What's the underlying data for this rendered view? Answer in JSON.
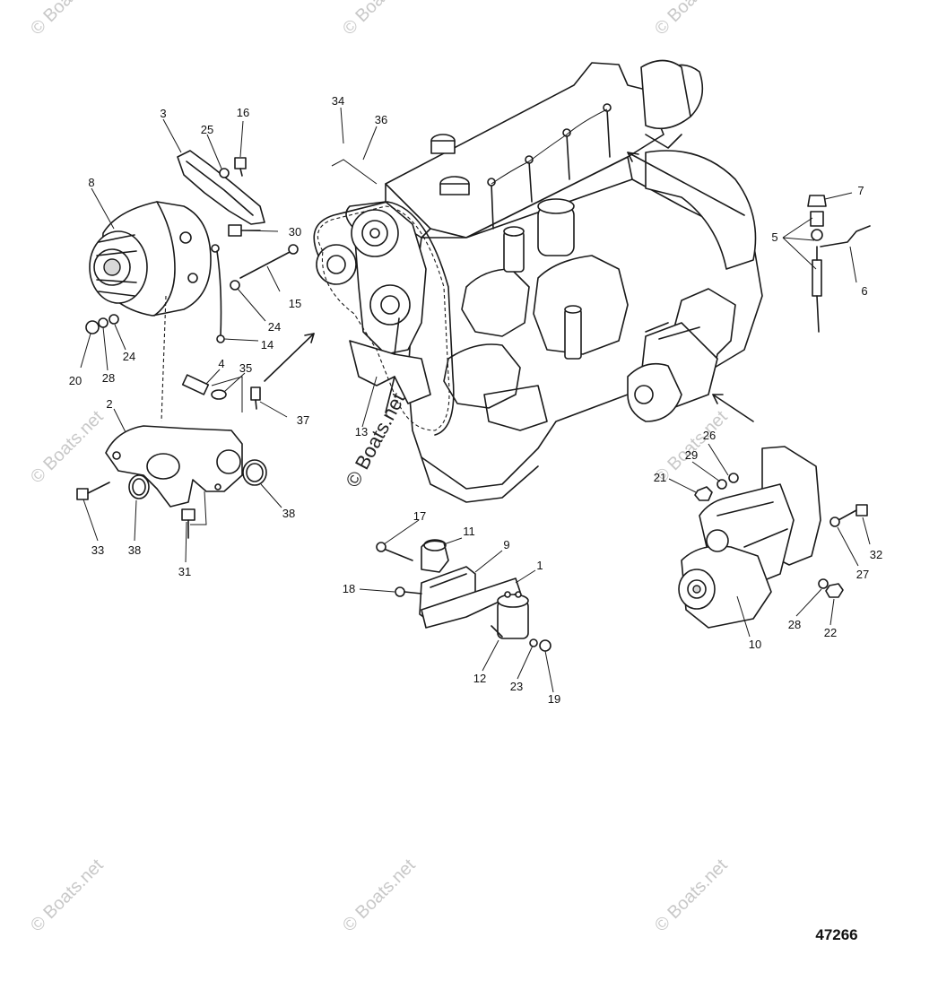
{
  "watermark": "© Boats.net",
  "figure_number": "47266",
  "callouts": [
    {
      "id": "c1",
      "text": "1"
    },
    {
      "id": "c2",
      "text": "2"
    },
    {
      "id": "c3",
      "text": "3"
    },
    {
      "id": "c4",
      "text": "4"
    },
    {
      "id": "c5",
      "text": "5"
    },
    {
      "id": "c6",
      "text": "6"
    },
    {
      "id": "c7",
      "text": "7"
    },
    {
      "id": "c8",
      "text": "8"
    },
    {
      "id": "c9",
      "text": "9"
    },
    {
      "id": "c10",
      "text": "10"
    },
    {
      "id": "c11",
      "text": "11"
    },
    {
      "id": "c12",
      "text": "12"
    },
    {
      "id": "c13",
      "text": "13"
    },
    {
      "id": "c14",
      "text": "14"
    },
    {
      "id": "c15",
      "text": "15"
    },
    {
      "id": "c16",
      "text": "16"
    },
    {
      "id": "c17",
      "text": "17"
    },
    {
      "id": "c18",
      "text": "18"
    },
    {
      "id": "c19",
      "text": "19"
    },
    {
      "id": "c20",
      "text": "20"
    },
    {
      "id": "c21",
      "text": "21"
    },
    {
      "id": "c22",
      "text": "22"
    },
    {
      "id": "c23",
      "text": "23"
    },
    {
      "id": "c24a",
      "text": "24"
    },
    {
      "id": "c24b",
      "text": "24"
    },
    {
      "id": "c25",
      "text": "25"
    },
    {
      "id": "c26",
      "text": "26"
    },
    {
      "id": "c27",
      "text": "27"
    },
    {
      "id": "c28a",
      "text": "28"
    },
    {
      "id": "c28b",
      "text": "28"
    },
    {
      "id": "c29",
      "text": "29"
    },
    {
      "id": "c30",
      "text": "30"
    },
    {
      "id": "c31",
      "text": "31"
    },
    {
      "id": "c32",
      "text": "32"
    },
    {
      "id": "c33",
      "text": "33"
    },
    {
      "id": "c34",
      "text": "34"
    },
    {
      "id": "c35",
      "text": "35"
    },
    {
      "id": "c36",
      "text": "36"
    },
    {
      "id": "c37",
      "text": "37"
    },
    {
      "id": "c38a",
      "text": "38"
    },
    {
      "id": "c38b",
      "text": "38"
    }
  ]
}
